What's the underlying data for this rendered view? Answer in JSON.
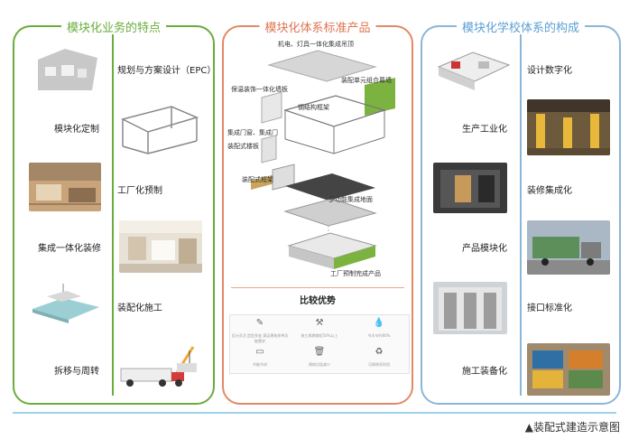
{
  "left": {
    "title": "模块化业务的特点",
    "items": [
      "规划与方案设计（EPC）",
      "模块化定制",
      "工厂化预制",
      "集成一体化装修",
      "装配化施工",
      "拆移与周转"
    ]
  },
  "middle": {
    "title": "模块化体系标准产品",
    "parts": [
      "机电、灯具一体化集成吊顶",
      "保温装饰一体化墙板",
      "装配单元组合幕墙",
      "钢结构框架",
      "集成门窗、集成门",
      "装配式楼板",
      "装配式框架",
      "多功能集成地面",
      "工厂预制完成产品"
    ],
    "advantages_title": "比较优势",
    "advantages": [
      "设计灵活 造型多变 满足建筑多种功能需求",
      "施工周期缩短50%以上",
      "节水节约80%",
      "节能节材",
      "建筑垃圾减少",
      "可周转再利用"
    ]
  },
  "right": {
    "title": "模块化学校体系的构成",
    "items": [
      "设计数字化",
      "生产工业化",
      "装修集成化",
      "产品模块化",
      "接口标准化",
      "施工装备化"
    ]
  },
  "caption": "▲装配式建造示意图",
  "colors": {
    "green": "#6aac3c",
    "orange": "#e28a64",
    "blue": "#8ab6d8"
  }
}
